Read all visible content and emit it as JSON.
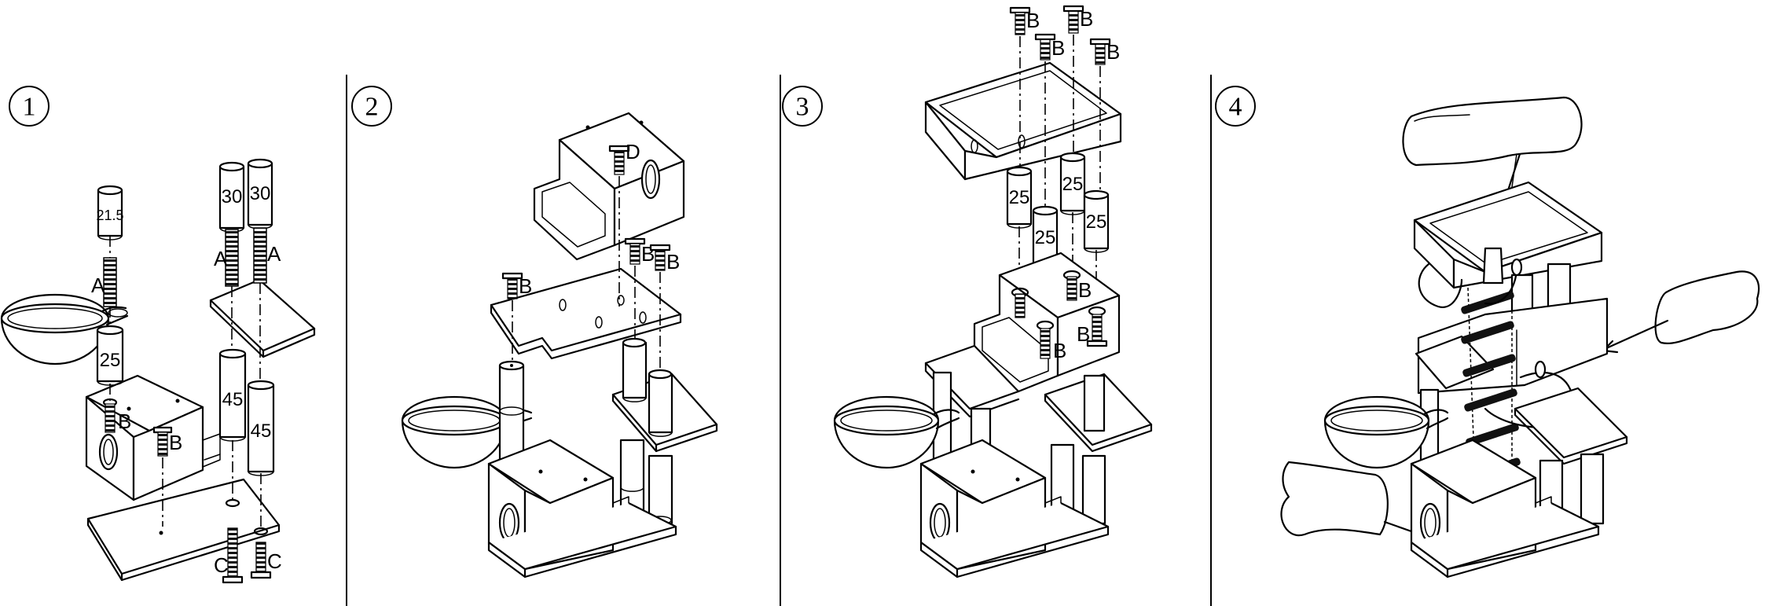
{
  "steps": [
    {
      "number": "1"
    },
    {
      "number": "2"
    },
    {
      "number": "3"
    },
    {
      "number": "4"
    }
  ],
  "parts": {
    "bolt_a": "A",
    "bolt_b": "B",
    "bolt_c": "C",
    "bolt_d": "D"
  },
  "post_lengths": {
    "p215": "21.5",
    "p25": "25",
    "p30": "30",
    "p45": "45"
  }
}
